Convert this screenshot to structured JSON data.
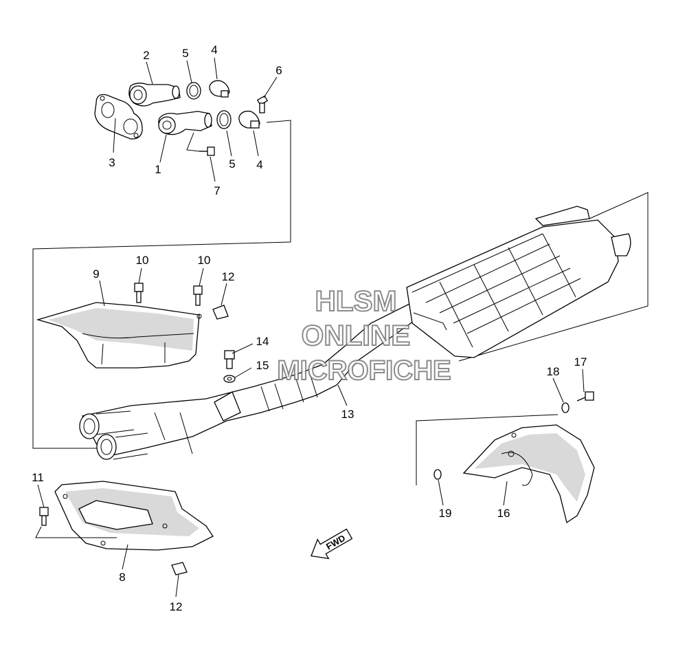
{
  "callouts": {
    "c1": "1",
    "c2": "2",
    "c3": "3",
    "c4a": "4",
    "c4b": "4",
    "c5a": "5",
    "c5b": "5",
    "c6": "6",
    "c7": "7",
    "c8": "8",
    "c9": "9",
    "c10a": "10",
    "c10b": "10",
    "c11": "11",
    "c12a": "12",
    "c12b": "12",
    "c13": "13",
    "c14": "14",
    "c15": "15",
    "c16": "16",
    "c17": "17",
    "c18": "18",
    "c19": "19"
  },
  "watermark": {
    "line1": "HLSM",
    "line2": "ONLINE",
    "line3": "MICROFICHE"
  },
  "direction_arrow": {
    "label": "FWD"
  },
  "colors": {
    "ink": "#000000",
    "shading": "#d9d9d9",
    "watermark_outline": "#777777"
  }
}
